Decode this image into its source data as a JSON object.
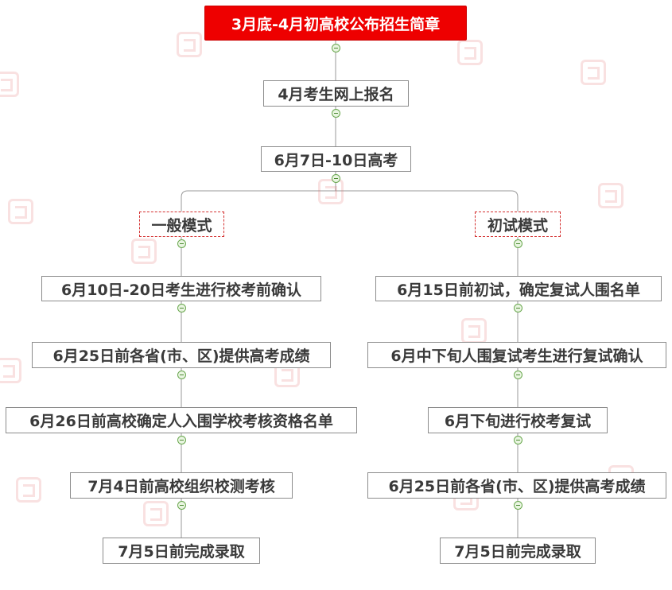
{
  "root": "3月底-4月初高校公布招生简章",
  "step2": "4月考生网上报名",
  "step3": "6月7日-10日高考",
  "left": {
    "mode": "一般模式",
    "steps": [
      "6月10日-20日考生进行校考前确认",
      "6月25日前各省(市、区)提供高考成绩",
      "6月26日前高校确定人入围学校考核资格名单",
      "7月4日前高校组织校测考核",
      "7月5日前完成录取"
    ]
  },
  "right": {
    "mode": "初试模式",
    "steps": [
      "6月15日前初试，确定复试人围名单",
      "6月中下旬人围复试考生进行复试确认",
      "6月下旬进行校考复试",
      "6月25日前各省(市、区)提供高考成绩",
      "7月5日前完成录取"
    ]
  },
  "colors": {
    "root_bg": "#ee0000",
    "node_border": "#8c8c8c",
    "mode_border": "#d43030",
    "connector": "#9a9a9a",
    "knob": "#6aa84f"
  }
}
